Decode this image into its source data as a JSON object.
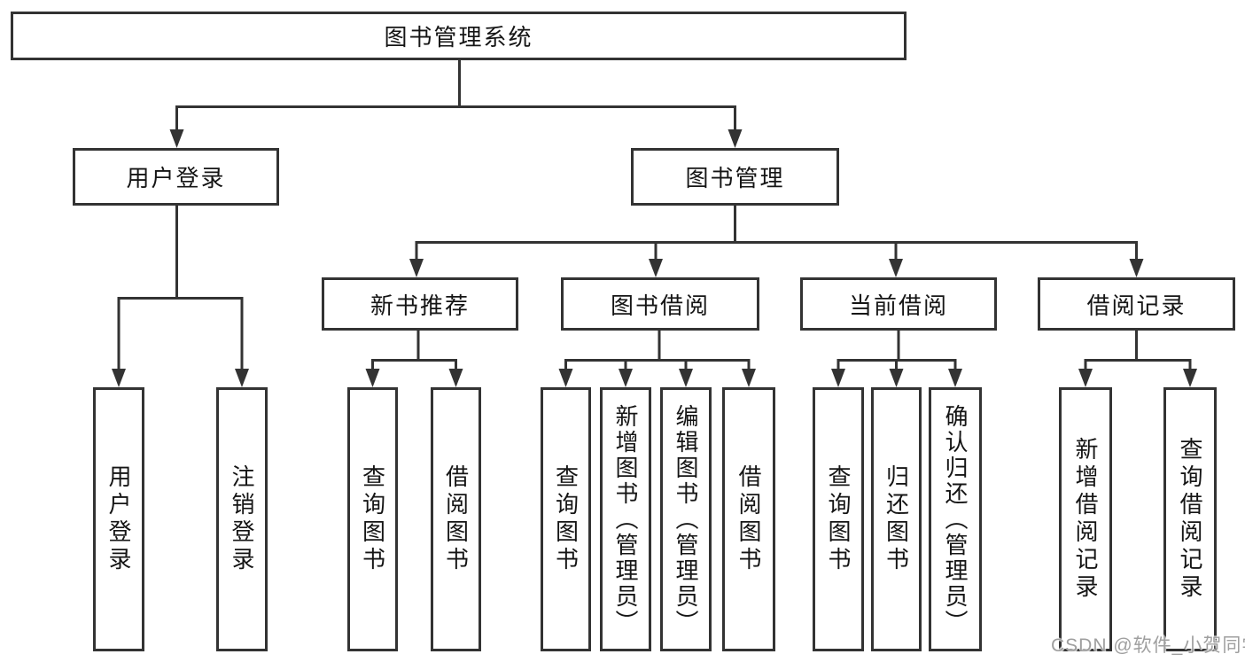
{
  "chart": {
    "root": {
      "label": "图书管理系统"
    },
    "branches": [
      {
        "label": "用户登录",
        "children": [
          "用户登录",
          "注销登录"
        ]
      },
      {
        "label": "图书管理",
        "children": [
          {
            "label": "新书推荐",
            "children": [
              "查询图书",
              "借阅图书"
            ]
          },
          {
            "label": "图书借阅",
            "children": [
              "查询图书",
              "新增图书（管理员）",
              "编辑图书（管理员）",
              "借阅图书"
            ]
          },
          {
            "label": "当前借阅",
            "children": [
              "查询图书",
              "归还图书",
              "确认归还（管理员）"
            ]
          },
          {
            "label": "借阅记录",
            "children": [
              "新增借阅记录",
              "查询借阅记录"
            ]
          }
        ]
      }
    ]
  },
  "watermark": {
    "text": "CSDN @软件_小贺同学"
  },
  "colors": {
    "line": "#333333",
    "text": "#151515",
    "background": "#ffffff",
    "watermark": "#9f9f9f"
  }
}
